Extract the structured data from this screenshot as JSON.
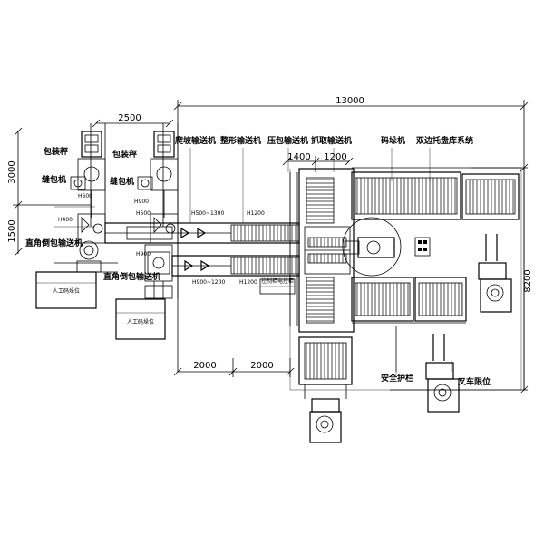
{
  "dimensions": {
    "total_width": "13000",
    "top_left": "2500",
    "left_vertical": "3000",
    "left_vertical_2": "1500",
    "bottom_1": "2000",
    "bottom_2": "2000",
    "center_1": "1400",
    "center_2": "1200",
    "right_vertical": "8200"
  },
  "labels": {
    "bagging_scale_left": "包装秤",
    "bagging_scale_right": "包装秤",
    "sewing_machine_left": "缝包机",
    "sewing_machine_right": "缝包机",
    "right_angle_conveyor_1": "直角倒包输送机",
    "right_angle_conveyor_2": "直角倒包输送机",
    "manual_station_1": "人工码垛位",
    "manual_station_2": "人工码垛位",
    "climbing_conveyor": "爬坡输送机",
    "shaping_conveyor": "整形输送机",
    "pressing_conveyor": "压包输送机",
    "grabbing_conveyor": "抓取输送机",
    "palletizer": "码垛机",
    "pallet_system": "双边托盘库系统",
    "safety_fence": "安全护栏",
    "forklift_position": "叉车限位"
  },
  "heights": {
    "h600": "H600",
    "h500": "H500",
    "h400": "H400",
    "h900a": "H900",
    "h900b": "H900",
    "h500_1300": "H500~1300",
    "h1200a": "H1200",
    "h1200b": "H1200",
    "h900_1200": "H900~1200"
  },
  "control_box": "控制柜电控柜"
}
